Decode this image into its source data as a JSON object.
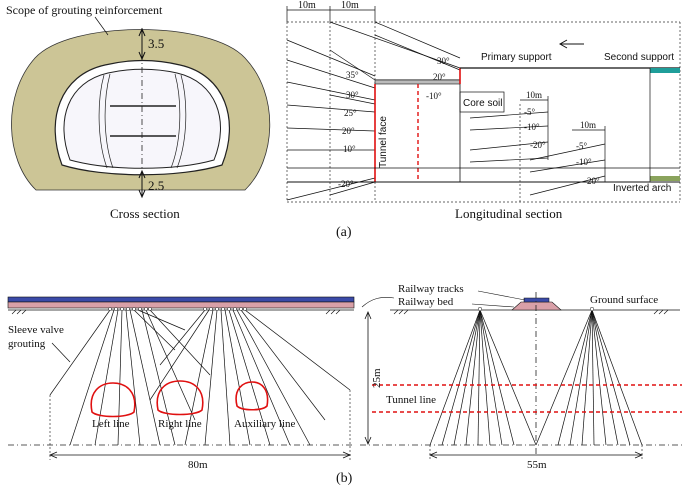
{
  "panel_a": {
    "label": "(a)",
    "cross_section": {
      "title": "Scope of grouting reinforcement",
      "top_thickness": "3.5",
      "bottom_thickness": "2.5",
      "caption": "Cross section"
    },
    "longitudinal": {
      "caption": "Longitudinal section",
      "spacing_top_1": "10m",
      "spacing_top_2": "10m",
      "angles_left": [
        "35°",
        "30°",
        "25°",
        "20°",
        "10°",
        "-20°"
      ],
      "tunnel_face": "Tunnel face",
      "angles_mid": [
        "30°",
        "20°",
        "-10°"
      ],
      "primary_support": "Primary support",
      "second_support": "Second support",
      "core_soil": "Core soil",
      "spacing_mid": "10m",
      "angles_step2": [
        "-5°",
        "-10°",
        "-20°"
      ],
      "spacing_right": "10m",
      "angles_step3": [
        "-5°",
        "-10°",
        "-20°"
      ],
      "inverted_arch": "Inverted arch"
    },
    "colors": {
      "grout_zone": "#ccc596",
      "support_teal": "#1f9e9a",
      "support_green": "#8aa35c",
      "tunnel_face_red": "#e01010"
    }
  },
  "panel_b": {
    "label": "(b)",
    "sleeve_valve": "Sleeve valve grouting",
    "sleeve_valve_line1": "Sleeve valve",
    "sleeve_valve_line2": "grouting",
    "left_line": "Left line",
    "right_line": "Right line",
    "auxiliary_line": "Auxiliary line",
    "width_left": "80m",
    "railway_tracks": "Railway tracks",
    "railway_bed": "Railway bed",
    "ground_surface": "Ground surface",
    "depth": "25m",
    "tunnel_line": "Tunnel line",
    "width_right": "55m",
    "colors": {
      "track_blue": "#3a4aa8",
      "bed_pink": "#d9a0a8",
      "tunnel_red": "#e01010"
    }
  }
}
